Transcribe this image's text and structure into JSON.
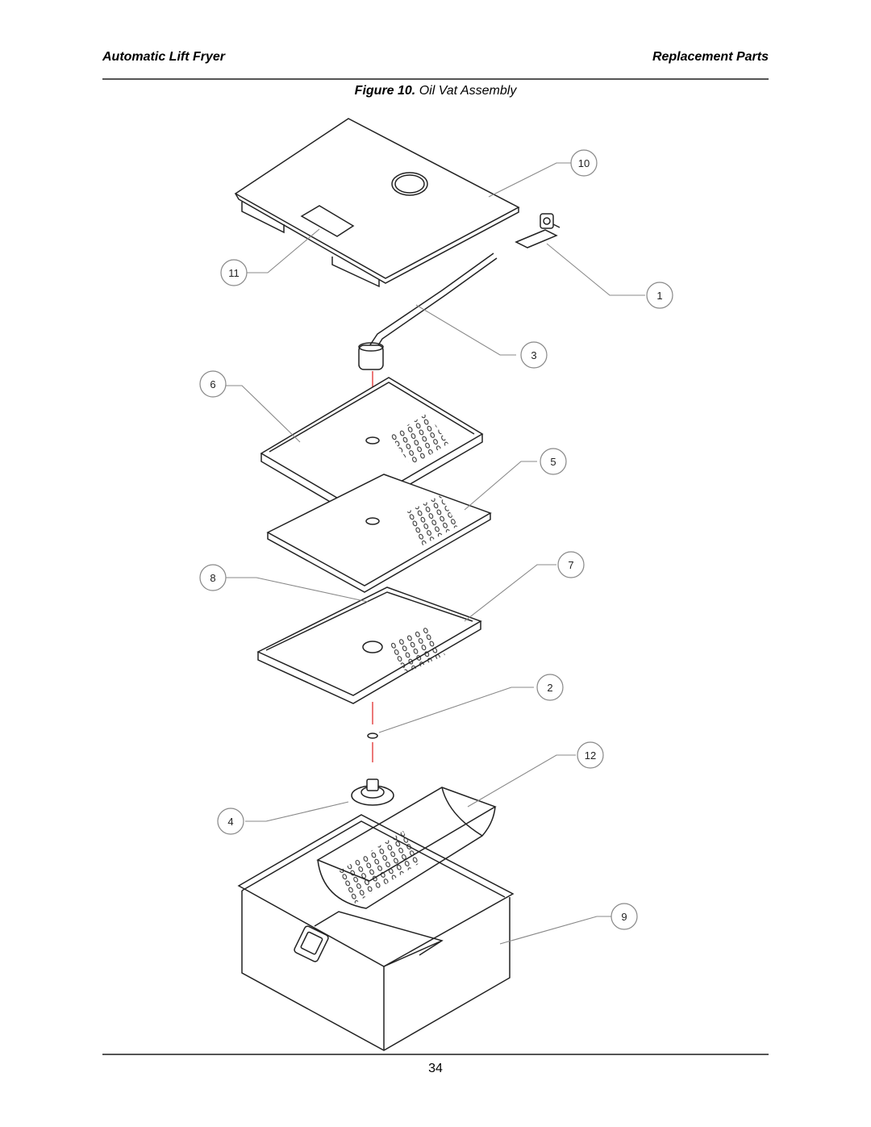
{
  "header": {
    "left_title": "Automatic Lift Fryer",
    "right_title": "Replacement Parts"
  },
  "figure": {
    "label": "Figure 10.",
    "title": "Oil Vat Assembly",
    "callouts": [
      "10",
      "11",
      "1",
      "3",
      "6",
      "5",
      "8",
      "7",
      "2",
      "12",
      "4",
      "9"
    ]
  },
  "footer": {
    "page_number": "34"
  },
  "colors": {
    "line": "#222222",
    "leader": "#888888",
    "axis": "#e03030",
    "rule": "#555555"
  }
}
